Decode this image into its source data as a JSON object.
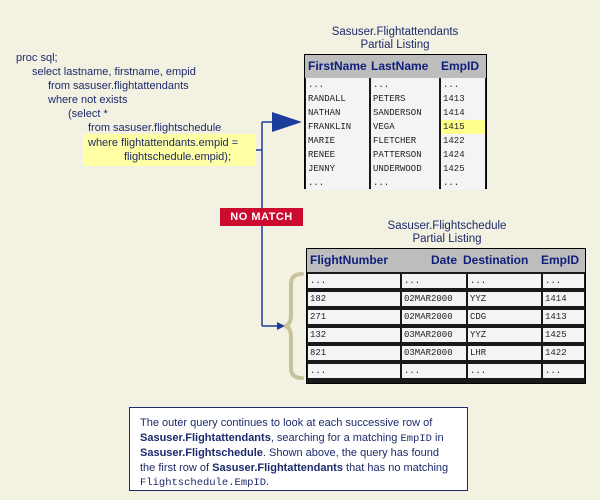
{
  "code": {
    "lines": [
      "proc sql;",
      "select lastname, firstname, empid",
      "from sasuser.flightattendants",
      "where not exists",
      "(select *",
      "from sasuser.flightschedule",
      "where flightattendants.empid =",
      "flightschedule.empid);"
    ]
  },
  "attendants": {
    "caption_line1": "Sasuser.Flightattendants",
    "caption_line2": "Partial Listing",
    "headers": [
      "FirstName",
      "LastName",
      "EmpID"
    ],
    "rows": [
      [
        "...",
        "...",
        "..."
      ],
      [
        "RANDALL",
        "PETERS",
        "1413"
      ],
      [
        "NATHAN",
        "SANDERSON",
        "1414"
      ],
      [
        "FRANKLIN",
        "VEGA",
        "1415"
      ],
      [
        "MARIE",
        "FLETCHER",
        "1422"
      ],
      [
        "RENEE",
        "PATTERSON",
        "1424"
      ],
      [
        "JENNY",
        "UNDERWOOD",
        "1425"
      ],
      [
        "...",
        "...",
        "..."
      ]
    ],
    "highlight_row": 3
  },
  "schedule": {
    "caption_line1": "Sasuser.Flightschedule",
    "caption_line2": "Partial Listing",
    "headers": [
      "FlightNumber",
      "Date",
      "Destination",
      "EmpID"
    ],
    "rows": [
      [
        "...",
        "...",
        "...",
        "..."
      ],
      [
        "182",
        "02MAR2000",
        "YYZ",
        "1414"
      ],
      [
        "271",
        "02MAR2000",
        "CDG",
        "1413"
      ],
      [
        "132",
        "03MAR2000",
        "YYZ",
        "1425"
      ],
      [
        "821",
        "03MAR2000",
        "LHR",
        "1422"
      ],
      [
        "...",
        "...",
        "...",
        "..."
      ]
    ]
  },
  "badge": {
    "label": "NO MATCH"
  },
  "note": {
    "t1": "The outer query continues to look at each successive row of ",
    "t2": "Sasuser.Flightattendants",
    "t3": ", searching for a matching ",
    "t4": "EmpID",
    "t5": " in ",
    "t6": "Sasuser.Flightschedule",
    "t7": ". Shown above, the query has found the first row of ",
    "t8": "Sasuser.Flightattendants",
    "t9": " that has no matching ",
    "t10": "Flightschedule.EmpID",
    "t11": "."
  },
  "colors": {
    "background": "#f3f1e2",
    "text": "#1c2a6b",
    "highlight": "#ffffa6",
    "badge": "#cc0c2f",
    "arrow": "#1c3c9b"
  }
}
